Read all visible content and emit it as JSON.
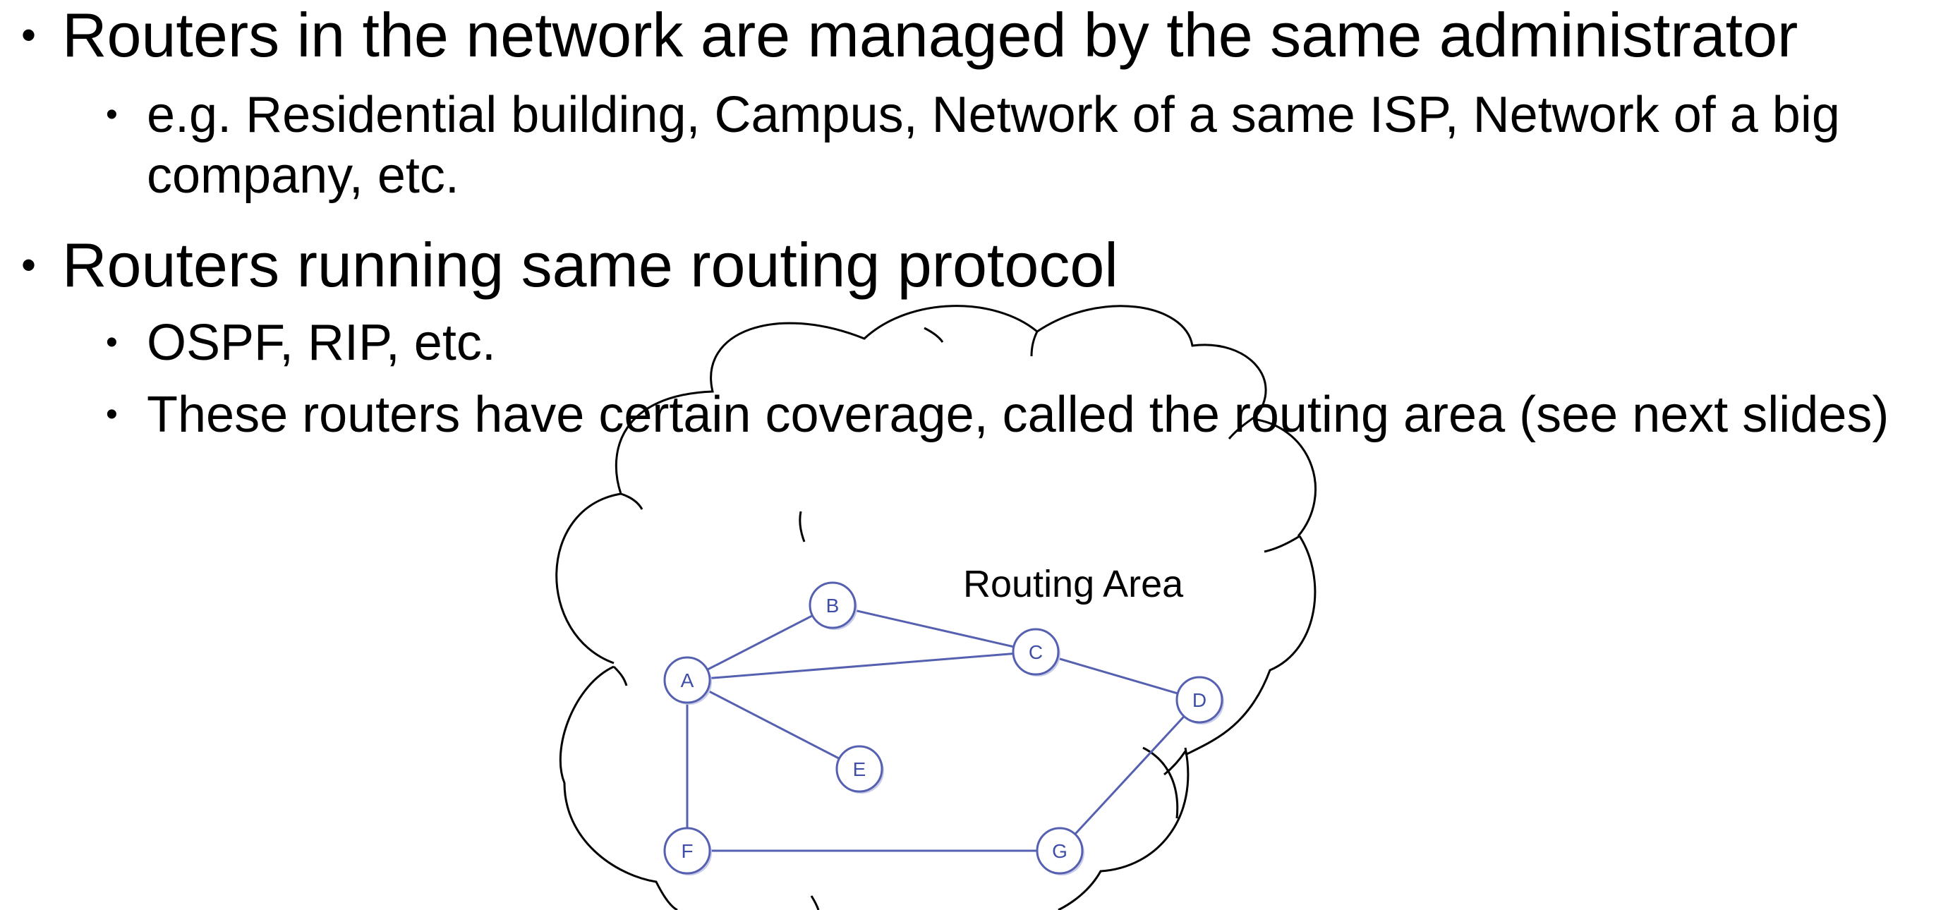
{
  "bullets": {
    "item1": {
      "text": "Routers in the network are managed by the same administrator",
      "sub1": "e.g. Residential building, Campus, Network of a same ISP, Network of a big company, etc."
    },
    "item2": {
      "text": "Routers running same routing protocol",
      "sub1": "OSPF, RIP, etc.",
      "sub2": "These routers have certain coverage, called the routing area (see next slides)"
    },
    "bullet_char": "•"
  },
  "diagram": {
    "area_label": "Routing Area",
    "nodes": {
      "A": "A",
      "B": "B",
      "C": "C",
      "D": "D",
      "E": "E",
      "F": "F",
      "G": "G"
    },
    "edge_color": "#5560b0",
    "cloud_color": "#000000"
  }
}
